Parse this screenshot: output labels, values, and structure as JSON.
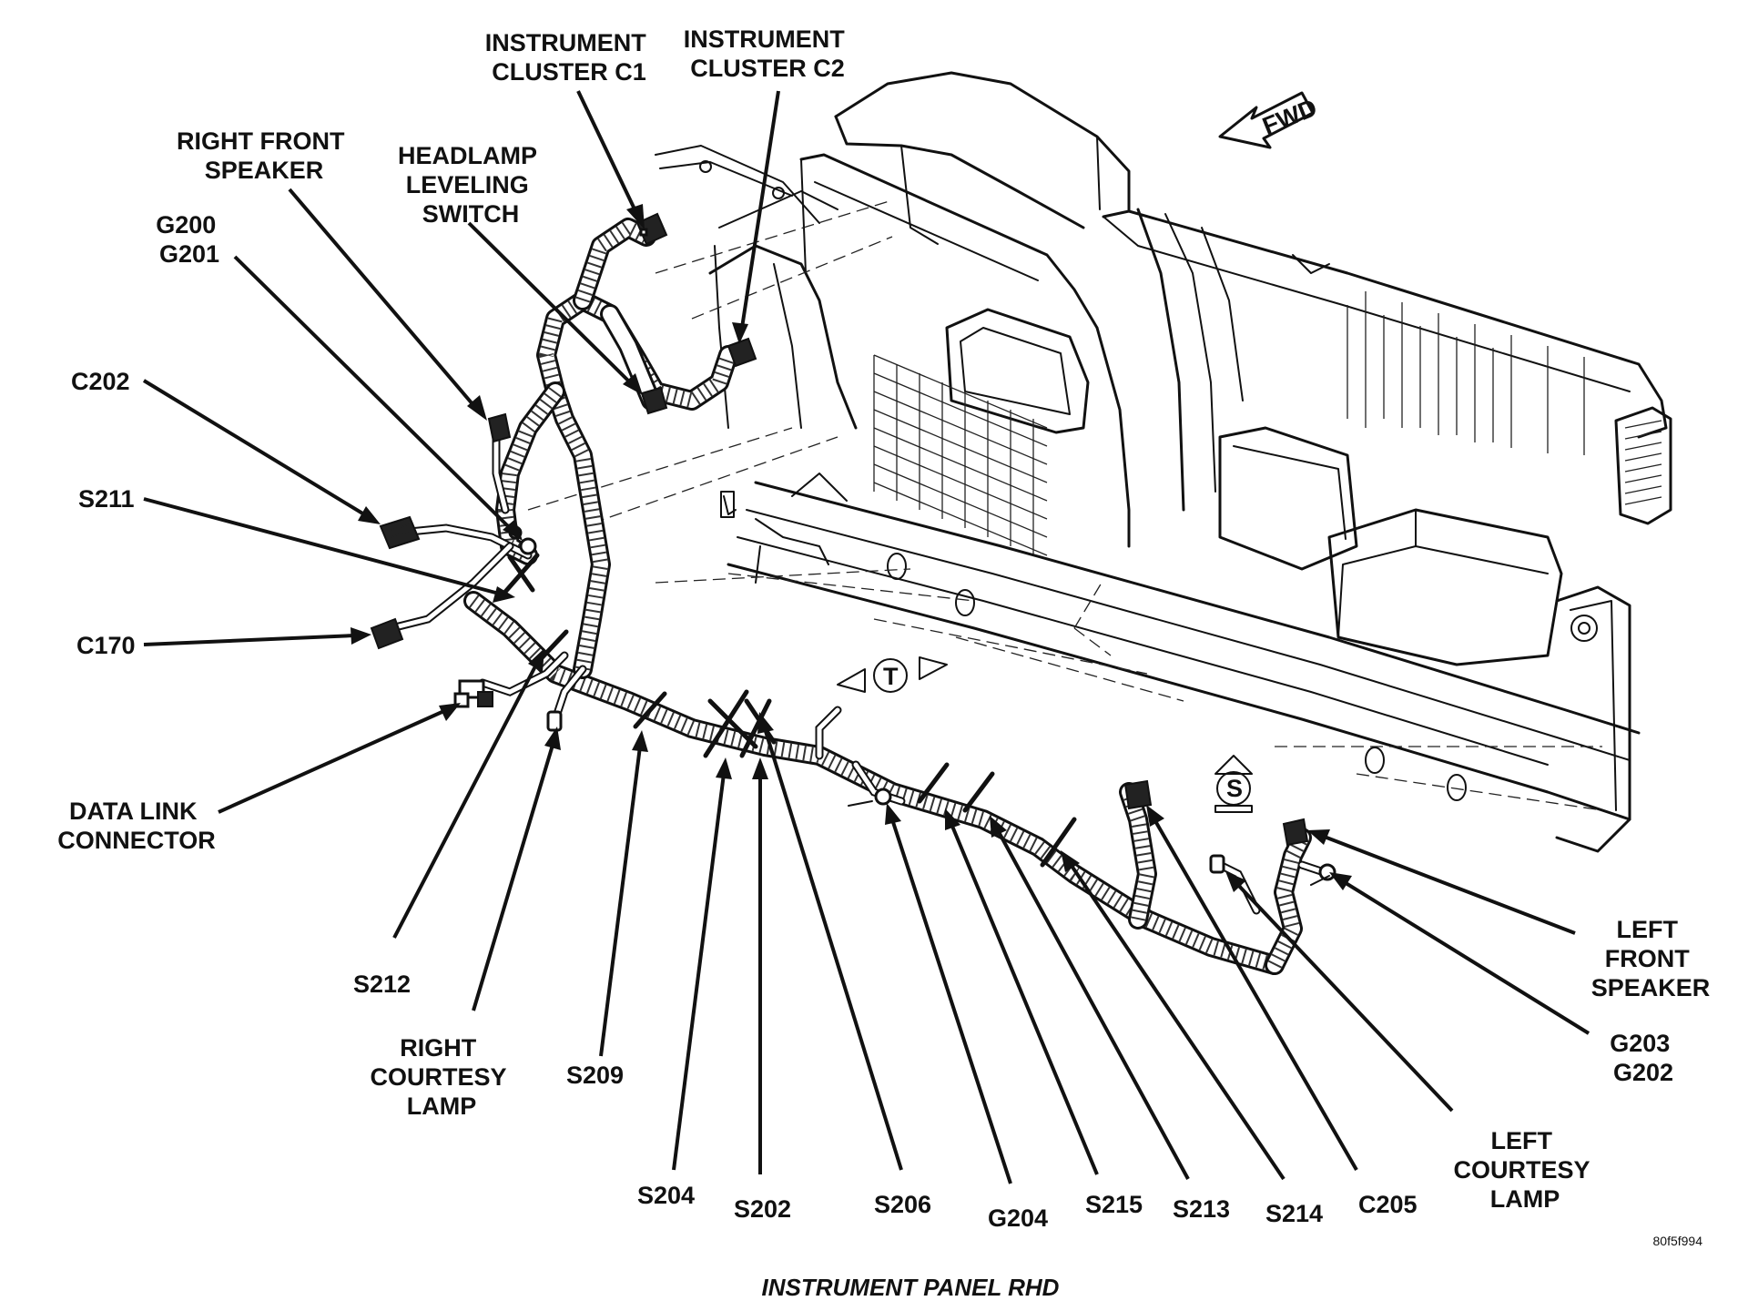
{
  "caption": "INSTRUMENT PANEL RHD",
  "figure_id": "80f5f994",
  "direction_label": "FWD",
  "view_symbols": {
    "top": "T",
    "side": "S"
  },
  "labels": {
    "instrument_cluster_c1": [
      "INSTRUMENT",
      "CLUSTER C1"
    ],
    "instrument_cluster_c2": [
      "INSTRUMENT",
      "CLUSTER C2"
    ],
    "right_front_speaker": [
      "RIGHT FRONT",
      "SPEAKER"
    ],
    "headlamp_leveling_switch": [
      "HEADLAMP",
      "LEVELING",
      "SWITCH"
    ],
    "g200_g201": [
      "G200",
      "G201"
    ],
    "c202": [
      "C202"
    ],
    "s211": [
      "S211"
    ],
    "c170": [
      "C170"
    ],
    "data_link_connector": [
      "DATA LINK",
      "CONNECTOR"
    ],
    "s212": [
      "S212"
    ],
    "right_courtesy_lamp": [
      "RIGHT",
      "COURTESY",
      "LAMP"
    ],
    "s209": [
      "S209"
    ],
    "s204": [
      "S204"
    ],
    "s202": [
      "S202"
    ],
    "s206": [
      "S206"
    ],
    "g204": [
      "G204"
    ],
    "s215": [
      "S215"
    ],
    "s213": [
      "S213"
    ],
    "s214": [
      "S214"
    ],
    "c205": [
      "C205"
    ],
    "left_courtesy_lamp": [
      "LEFT",
      "COURTESY",
      "LAMP"
    ],
    "left_front_speaker": [
      "LEFT",
      "FRONT",
      "SPEAKER"
    ],
    "g203_g202": [
      "G203",
      "G202"
    ]
  }
}
